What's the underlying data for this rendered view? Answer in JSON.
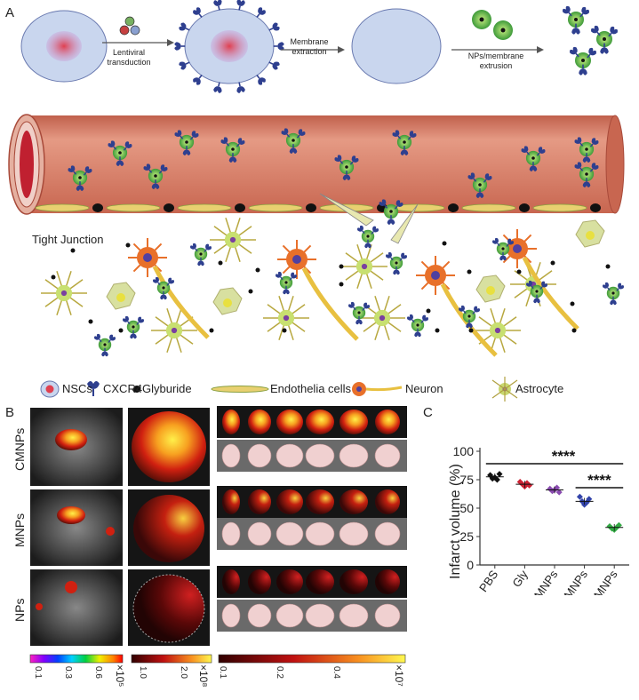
{
  "panelA": {
    "letter": "A",
    "step1": "Lentiviral transduction",
    "step2": "Membrane extraction",
    "step3": "NPs/membrane extrusion",
    "tight_junction": "Tight Junction",
    "legend": {
      "nscs": "NSCs",
      "cxcr4": "CXCR4",
      "glyburide": "Glyburide",
      "endothelia": "Endothelia cells",
      "neuron": "Neuron",
      "astrocyte": "Astrocyte"
    }
  },
  "panelB": {
    "letter": "B",
    "rows": [
      "CMNPs",
      "MNPs",
      "NPs"
    ],
    "colorbar1": {
      "ticks": [
        "0.1",
        "0.3",
        "0.6"
      ],
      "exp": "×10⁵"
    },
    "colorbar2": {
      "ticks": [
        "1.0",
        "2.0"
      ],
      "exp": "×10⁸"
    },
    "colorbar3": {
      "ticks": [
        "0.1",
        "0.2",
        "0.4"
      ],
      "exp": "×10⁷"
    }
  },
  "colors": {
    "vessel": "#d9806a",
    "vessel_dark": "#a84a3a",
    "cell_blue": "#c9d6ee",
    "cxcr4": "#2e3f8f",
    "np_green": "#5fbf4a",
    "neuron": "#e8702a",
    "astrocyte": "#a8c840"
  },
  "chart_data": {
    "type": "scatter",
    "letter": "C",
    "categories": [
      "PBS",
      "Gly",
      "CMNPs",
      "Gly-MNPs",
      "Gly-CMNPs"
    ],
    "ylabel": "Infarct volume (%)",
    "ylim": [
      0,
      100
    ],
    "yticks": [
      0,
      25,
      50,
      75,
      100
    ],
    "series": [
      {
        "values": [
          79,
          76,
          77,
          75,
          80
        ],
        "color": "#111111",
        "mean": 77.5
      },
      {
        "values": [
          73,
          71,
          69,
          72,
          70
        ],
        "color": "#cc2233",
        "mean": 71
      },
      {
        "values": [
          67,
          65,
          66,
          68,
          64
        ],
        "color": "#8a4bb0",
        "mean": 66
      },
      {
        "values": [
          60,
          56,
          53,
          55,
          58
        ],
        "color": "#3344aa",
        "mean": 56
      },
      {
        "values": [
          34,
          32,
          31,
          33,
          35
        ],
        "color": "#33aa44",
        "mean": 33
      }
    ],
    "significance": [
      {
        "from": "PBS",
        "to": "Gly-CMNPs",
        "label": "****"
      },
      {
        "from": "Gly-MNPs",
        "to": "Gly-CMNPs",
        "label": "****"
      }
    ]
  }
}
